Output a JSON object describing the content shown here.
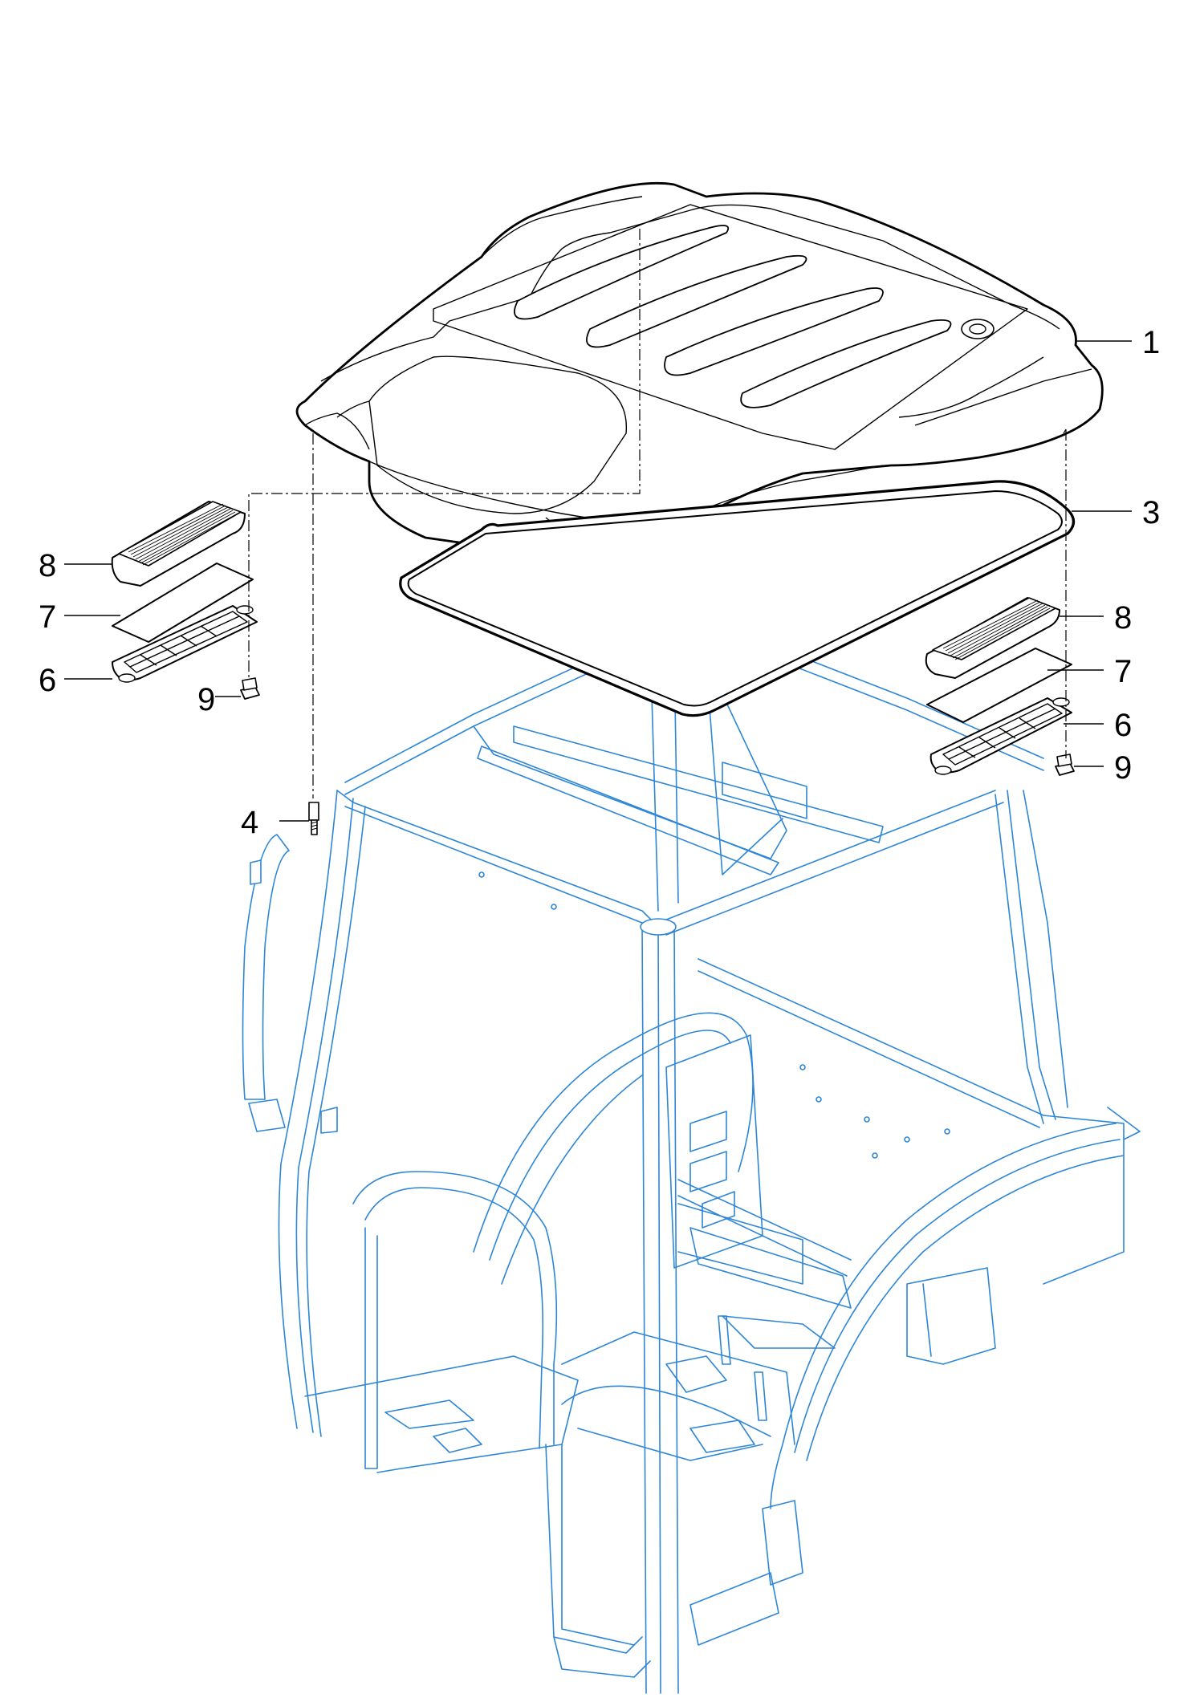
{
  "diagram": {
    "callouts": [
      {
        "id": "c1",
        "label": "1"
      },
      {
        "id": "c3",
        "label": "3"
      },
      {
        "id": "c8L",
        "label": "8"
      },
      {
        "id": "c7L",
        "label": "7"
      },
      {
        "id": "c6L",
        "label": "6"
      },
      {
        "id": "c9L",
        "label": "9"
      },
      {
        "id": "c4",
        "label": "4"
      },
      {
        "id": "c8R",
        "label": "8"
      },
      {
        "id": "c7R",
        "label": "7"
      },
      {
        "id": "c6R",
        "label": "6"
      },
      {
        "id": "c9R",
        "label": "9"
      }
    ],
    "colors": {
      "frame_line": "#2e86d6",
      "part_line": "#000000",
      "background": "#ffffff"
    }
  }
}
